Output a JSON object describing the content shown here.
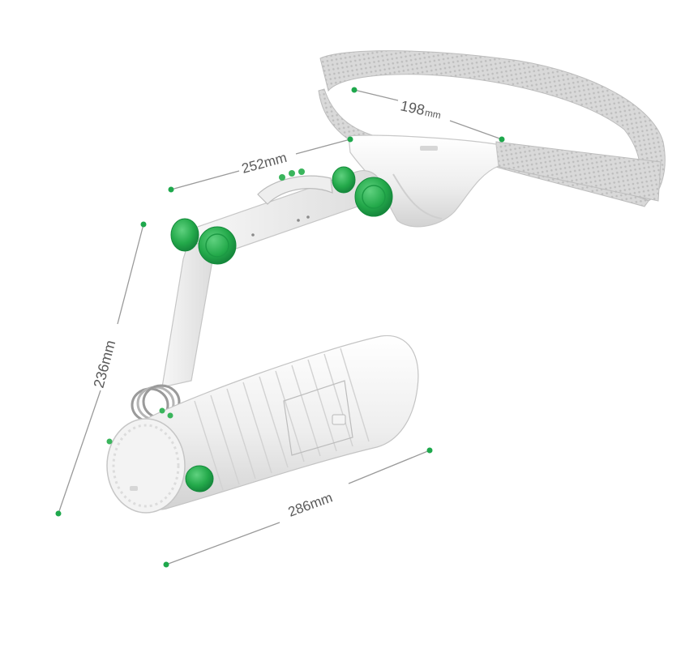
{
  "dimensions": {
    "strap_length": {
      "value": "198",
      "unit": "mm"
    },
    "arm_length": "252mm",
    "height": "236mm",
    "canister_length": "286mm"
  },
  "colors": {
    "accent_green": "#23a94a",
    "dimension_line": "#9a9a9a",
    "dimension_dot": "#1ea84c",
    "body_white": "#f2f2f2",
    "strap_gray": "#d6d6d6"
  }
}
